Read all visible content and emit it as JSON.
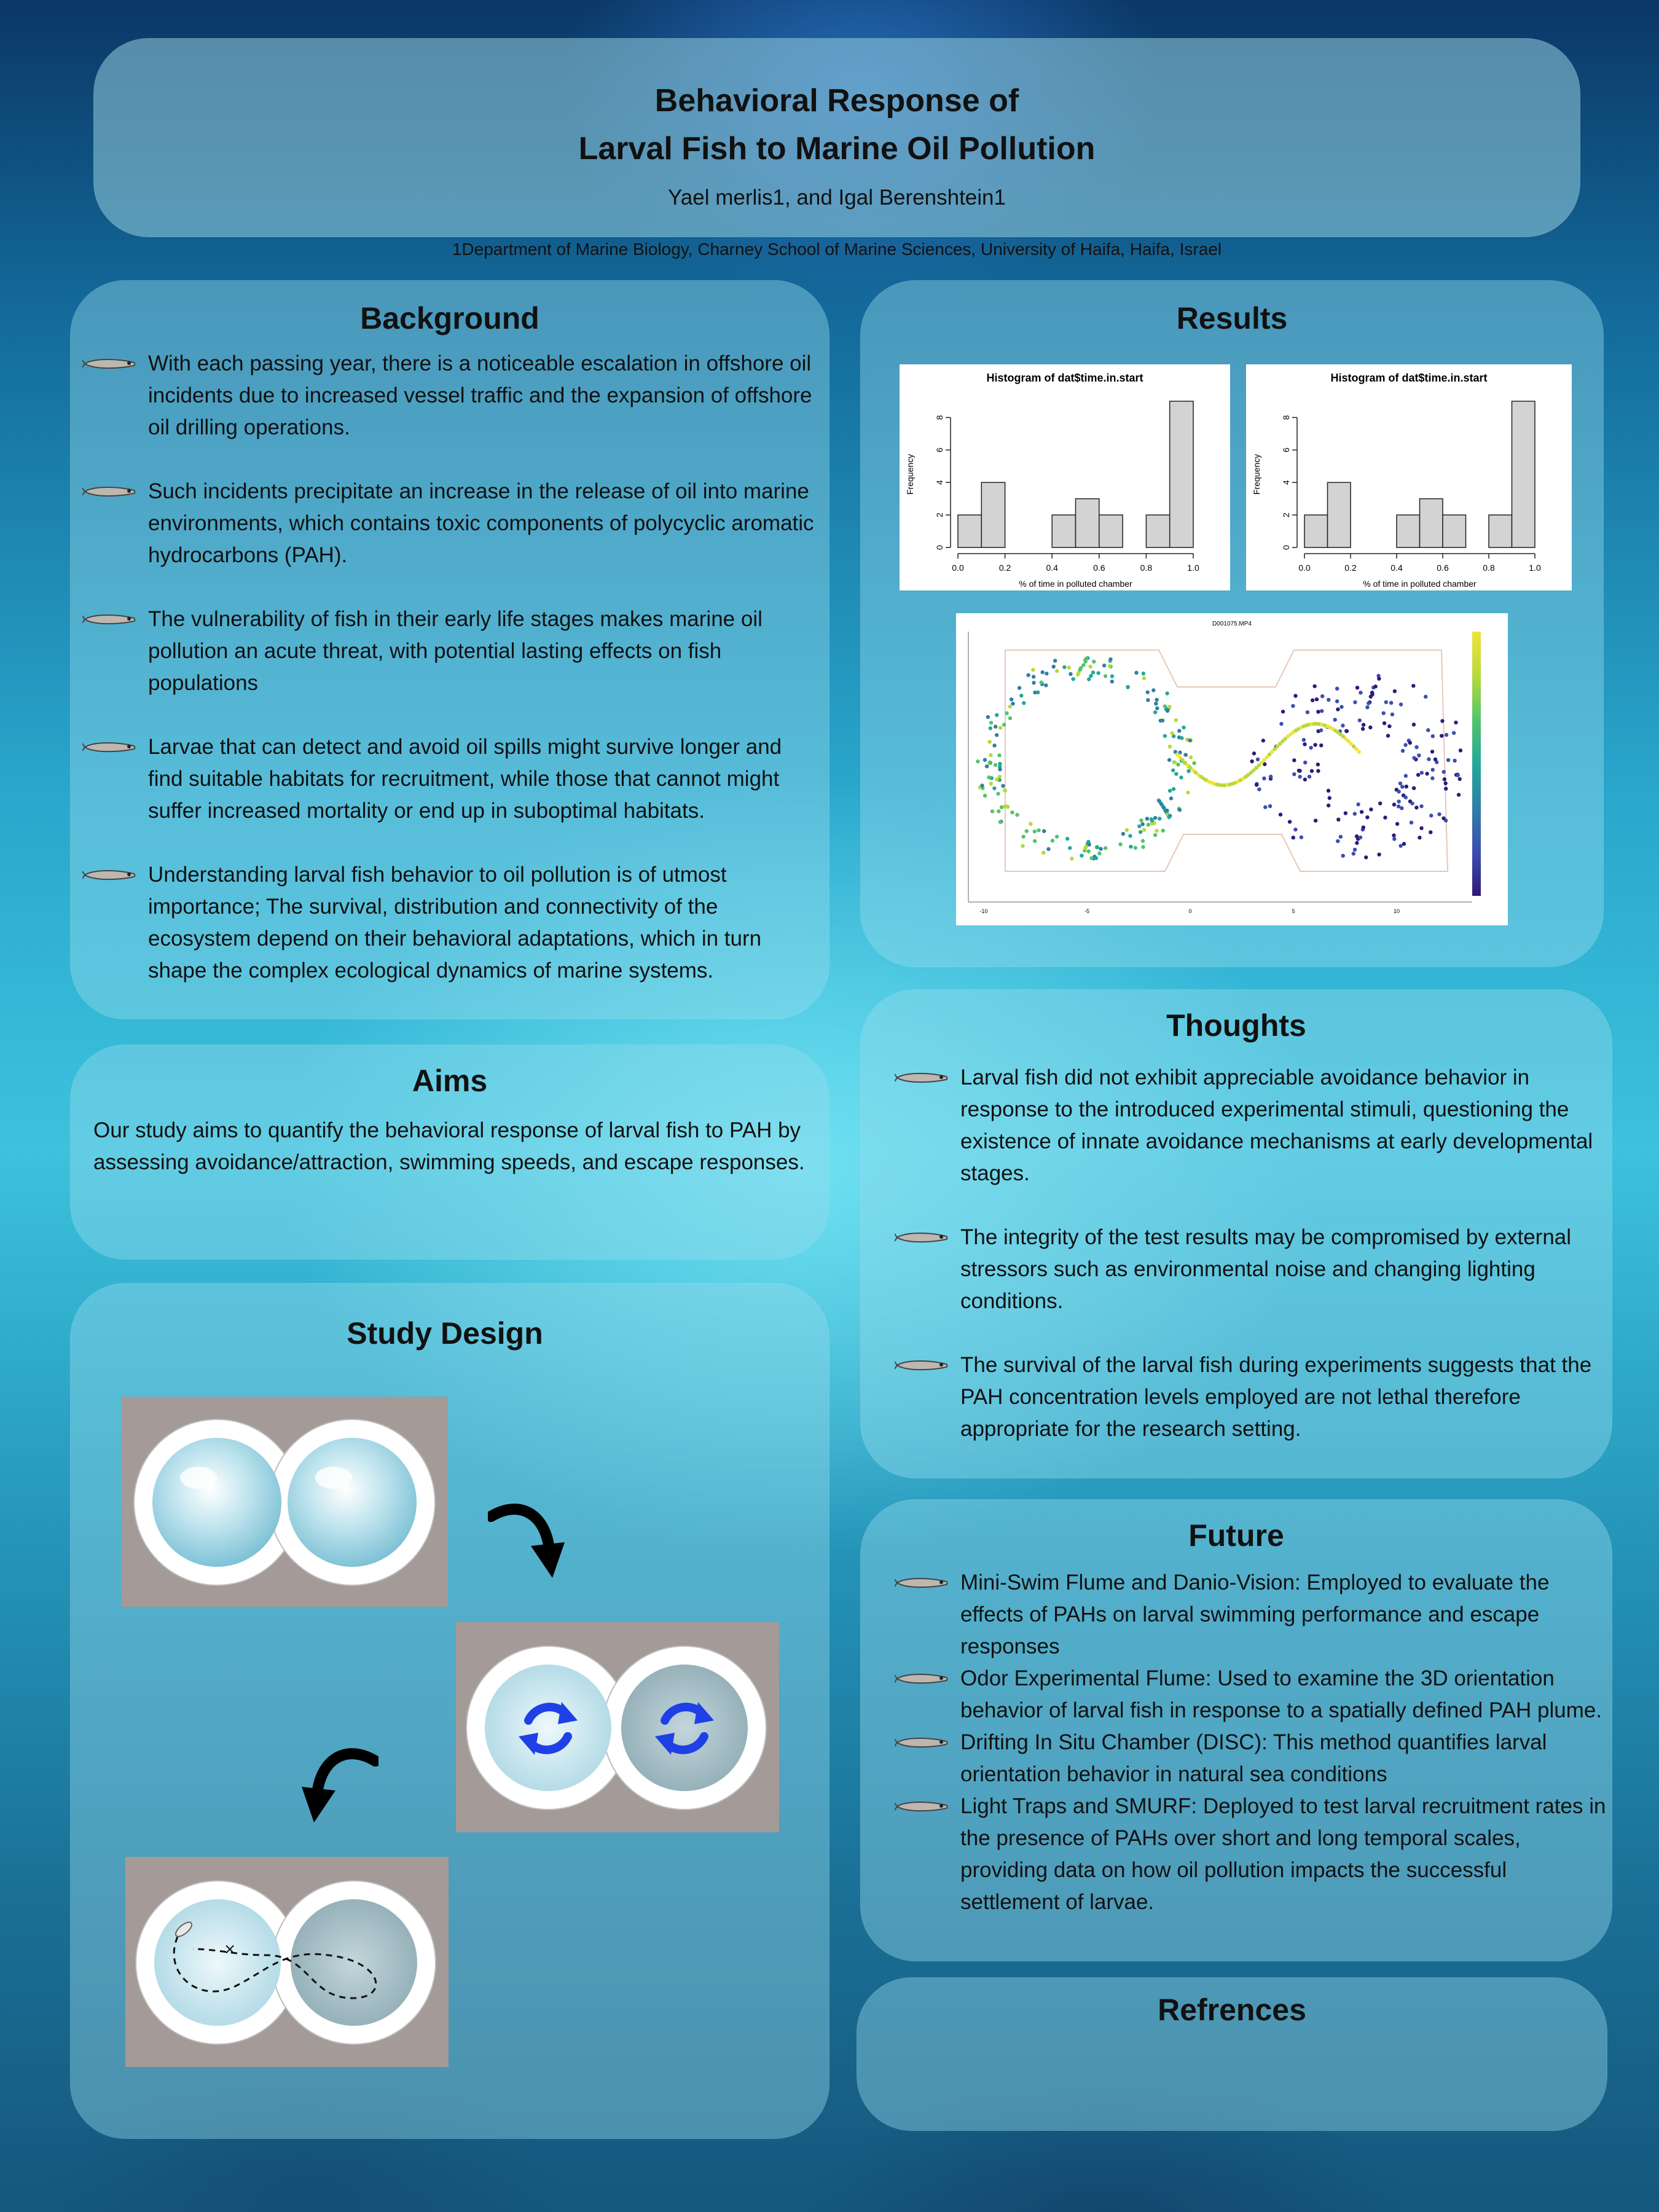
{
  "title": {
    "line1": "Behavioral Response of",
    "line2": "Larval Fish to Marine Oil Pollution",
    "authors": "Yael merlis1, and Igal Berenshtein1",
    "affiliation": "1Department of Marine Biology, Charney School of Marine Sciences, University of Haifa, Haifa, Israel"
  },
  "background": {
    "heading": "Background",
    "items": [
      "With each passing year, there is a noticeable escalation in offshore oil incidents due to increased vessel traffic and the expansion of offshore oil drilling operations.",
      "Such incidents precipitate an increase in the release of oil into marine environments, which contains toxic components of polycyclic aromatic hydrocarbons (PAH).",
      "The vulnerability of fish in their early life stages makes marine oil pollution an acute threat, with potential lasting effects on fish populations",
      "Larvae that can detect and avoid oil spills might survive longer and find suitable habitats for recruitment, while those that cannot might suffer increased mortality or end up in suboptimal habitats.",
      "Understanding larval fish behavior to oil pollution is of utmost importance; The survival, distribution and connectivity of the ecosystem depend on their behavioral adaptations, which in turn shape the complex ecological dynamics of marine systems."
    ]
  },
  "aims": {
    "heading": "Aims",
    "text": "Our study aims to quantify the behavioral response of larval fish to PAH by assessing avoidance/attraction, swimming speeds, and escape responses."
  },
  "study_design": {
    "heading": "Study Design"
  },
  "results": {
    "heading": "Results"
  },
  "chart_data": [
    {
      "type": "bar",
      "title": "Histogram of dat$time.in.start",
      "xlabel": "% of time in polluted chamber",
      "ylabel": "Frequency",
      "bin_edges": [
        0.0,
        0.1,
        0.2,
        0.3,
        0.4,
        0.5,
        0.6,
        0.7,
        0.8,
        0.9,
        1.0
      ],
      "values": [
        2,
        4,
        0,
        0,
        2,
        3,
        2,
        0,
        2,
        9
      ],
      "xticks": [
        "0.0",
        "0.2",
        "0.4",
        "0.6",
        "0.8",
        "1.0"
      ],
      "yticks": [
        "0",
        "2",
        "4",
        "6",
        "8"
      ],
      "xlim": [
        0,
        1
      ],
      "ylim": [
        0,
        9
      ]
    },
    {
      "type": "bar",
      "title": "Histogram of dat$time.in.start",
      "xlabel": "% of time in polluted chamber",
      "ylabel": "Frequency",
      "bin_edges": [
        0.0,
        0.1,
        0.2,
        0.3,
        0.4,
        0.5,
        0.6,
        0.7,
        0.8,
        0.9,
        1.0
      ],
      "values": [
        2,
        4,
        0,
        0,
        2,
        3,
        2,
        0,
        2,
        9
      ],
      "xticks": [
        "0.0",
        "0.2",
        "0.4",
        "0.6",
        "0.8",
        "1.0"
      ],
      "yticks": [
        "0",
        "2",
        "4",
        "6",
        "8"
      ],
      "xlim": [
        0,
        1
      ],
      "ylim": [
        0,
        9
      ]
    }
  ],
  "tracking_plot": {
    "title": "D001075.MP4",
    "xticks": [
      "-10",
      "-5",
      "0",
      "5",
      "10"
    ]
  },
  "thoughts": {
    "heading": "Thoughts",
    "items": [
      "Larval fish did not exhibit appreciable avoidance behavior in response to the introduced experimental stimuli, questioning the existence of innate avoidance mechanisms at early developmental stages.",
      "The integrity of the test results may be compromised by external stressors such as environmental noise and changing lighting conditions.",
      "The survival of the larval fish during experiments suggests that the PAH concentration levels employed are not lethal therefore appropriate for the research setting."
    ]
  },
  "future": {
    "heading": "Future",
    "items": [
      "Mini-Swim Flume and Danio-Vision: Employed to evaluate the effects of PAHs on larval swimming performance and escape responses",
      "Odor Experimental Flume: Used to examine the 3D orientation behavior of larval fish in response to a spatially defined PAH plume.",
      "Drifting In Situ Chamber (DISC): This method quantifies larval orientation behavior in natural sea conditions",
      "Light Traps and SMURF: Deployed to test larval recruitment rates in the presence of PAHs over short and long temporal scales, providing data on how oil pollution impacts the successful settlement of larvae."
    ]
  },
  "references": {
    "heading": "Refrences"
  },
  "colors": {
    "panel": "#96dceb",
    "chamber_rim": "#ffffff",
    "arrow_blue": "#1e40e6",
    "schematic_bg": "#a49a98",
    "bar_fill": "#d3d3d3"
  }
}
